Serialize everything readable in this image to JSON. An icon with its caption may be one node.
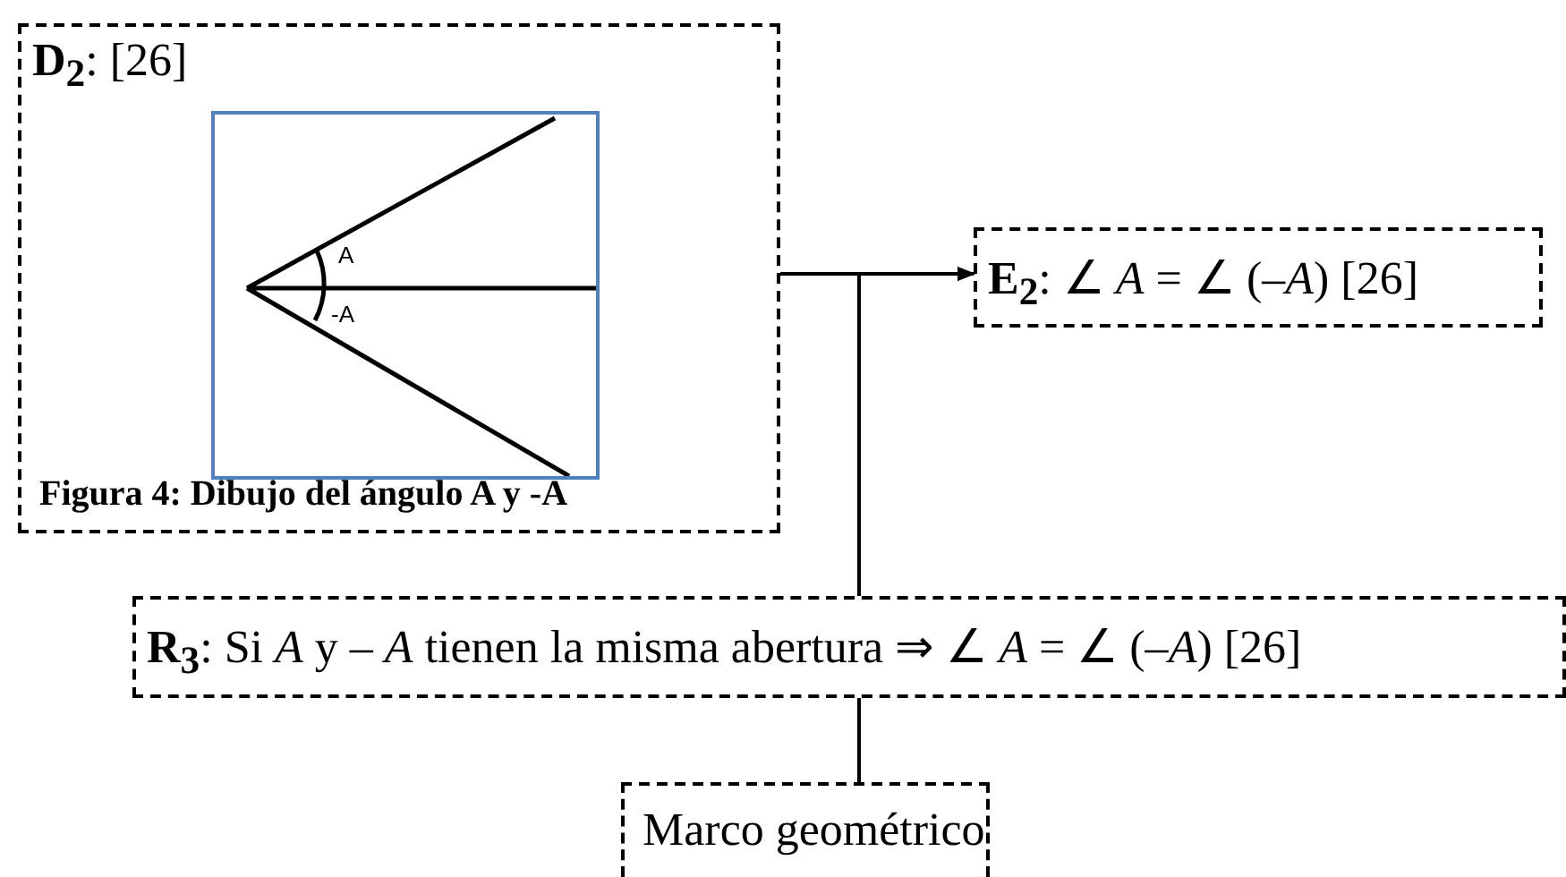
{
  "diagram": {
    "nodes": [
      {
        "text": [
          "**D$_{2}$**: [26]",
          "Figura 4: Dibujo del ángulo A y -A"
        ]
      },
      {
        "text": [],
        "shape": "picture",
        "in": 0
      },
      {
        "text": [
          "**E$_{2}$**: ∠ *A* = ∠ (–*A*)  [26]"
        ]
      },
      {
        "text": [
          "**R$_{3}$**: Si *A* y – *A* tienen la misma abertura ⇒ ∠ *A* = ∠ (–*A*) [26]"
        ]
      },
      {
        "text": [
          "Marco geométrico"
        ]
      }
    ],
    "edges": [
      {
        "from": 0,
        "to": 2,
        "arrow": "to"
      },
      {
        "from": 3,
        "to": 2,
        "arrow": "to"
      },
      {
        "from": 4,
        "to": 3,
        "arrow": "none"
      }
    ],
    "labels": [
      "A",
      "-A"
    ]
  }
}
